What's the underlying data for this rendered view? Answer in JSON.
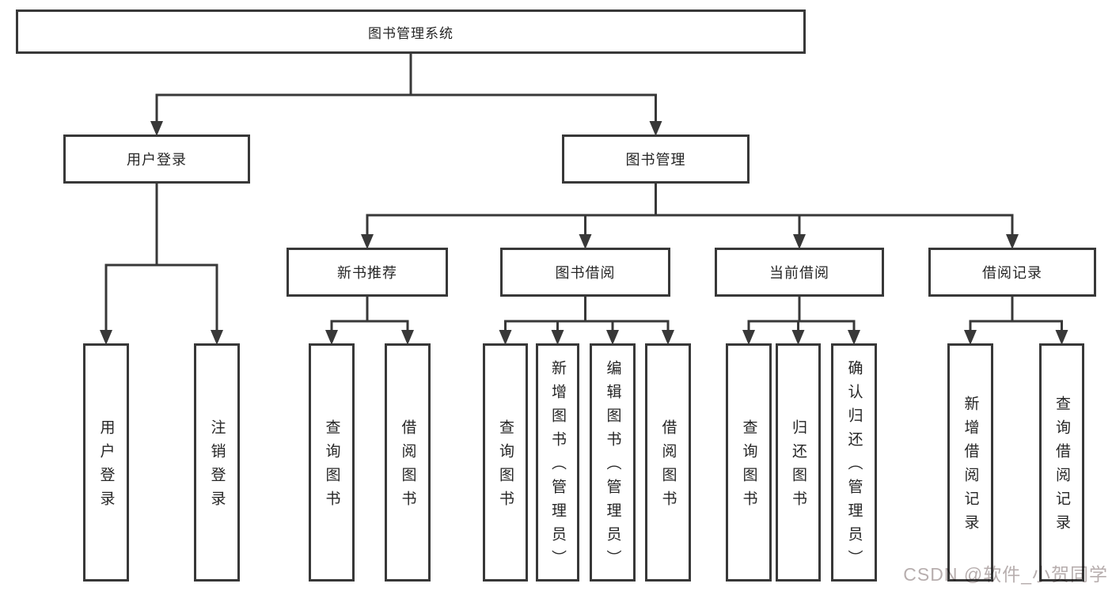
{
  "diagram": {
    "title": "图书管理系统",
    "watermark": {
      "text": "CSDN @软件_小贺同学"
    },
    "colors": {
      "line": "#383838",
      "box_border": "#383838",
      "box_fill": "#ffffff",
      "text": "#262626",
      "watermark": "#b7aeae",
      "background": "#ffffff"
    },
    "nodes": [
      {
        "id": "root",
        "label": "图书管理系统",
        "parent": null,
        "orientation": "h"
      },
      {
        "id": "user-login",
        "label": "用户登录",
        "parent": "root",
        "orientation": "h"
      },
      {
        "id": "book-mgmt",
        "label": "图书管理",
        "parent": "root",
        "orientation": "h"
      },
      {
        "id": "new-book-rec",
        "label": "新书推荐",
        "parent": "book-mgmt",
        "orientation": "h"
      },
      {
        "id": "book-borrow",
        "label": "图书借阅",
        "parent": "book-mgmt",
        "orientation": "h"
      },
      {
        "id": "current-borrow",
        "label": "当前借阅",
        "parent": "book-mgmt",
        "orientation": "h"
      },
      {
        "id": "borrow-records",
        "label": "借阅记录",
        "parent": "book-mgmt",
        "orientation": "h"
      },
      {
        "id": "login-op",
        "label": "用户登录",
        "parent": "user-login",
        "orientation": "v"
      },
      {
        "id": "logout-op",
        "label": "注销登录",
        "parent": "user-login",
        "orientation": "v"
      },
      {
        "id": "nb-query",
        "label": "查询图书",
        "parent": "new-book-rec",
        "orientation": "v"
      },
      {
        "id": "nb-borrow",
        "label": "借阅图书",
        "parent": "new-book-rec",
        "orientation": "v"
      },
      {
        "id": "bb-query",
        "label": "查询图书",
        "parent": "book-borrow",
        "orientation": "v"
      },
      {
        "id": "bb-add",
        "label": "新增图书（管理员）",
        "parent": "book-borrow",
        "orientation": "v"
      },
      {
        "id": "bb-edit",
        "label": "编辑图书（管理员）",
        "parent": "book-borrow",
        "orientation": "v"
      },
      {
        "id": "bb-borrow",
        "label": "借阅图书",
        "parent": "book-borrow",
        "orientation": "v"
      },
      {
        "id": "cb-query",
        "label": "查询图书",
        "parent": "current-borrow",
        "orientation": "v"
      },
      {
        "id": "cb-return",
        "label": "归还图书",
        "parent": "current-borrow",
        "orientation": "v"
      },
      {
        "id": "cb-confirm",
        "label": "确认归还（管理员）",
        "parent": "current-borrow",
        "orientation": "v"
      },
      {
        "id": "br-add",
        "label": "新增借阅记录",
        "parent": "borrow-records",
        "orientation": "v"
      },
      {
        "id": "br-query",
        "label": "查询借阅记录",
        "parent": "borrow-records",
        "orientation": "v"
      }
    ]
  }
}
